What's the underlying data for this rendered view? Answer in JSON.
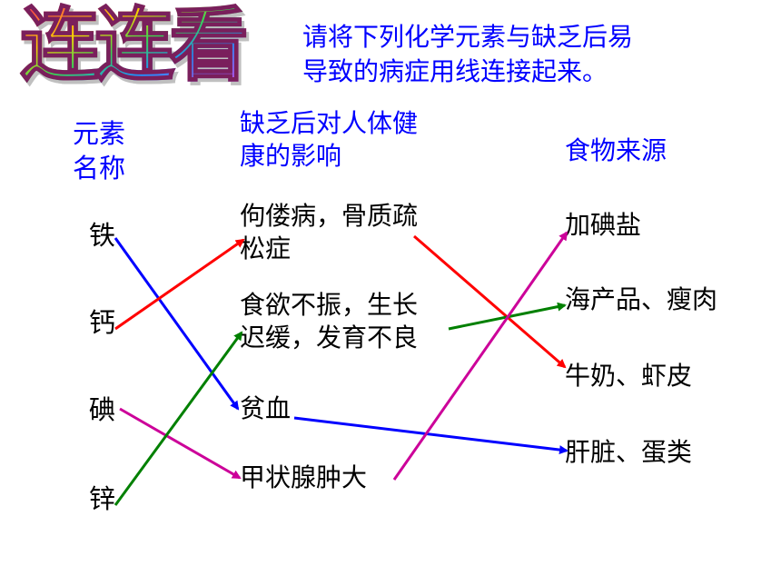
{
  "title": "连连看",
  "instruction": [
    "请将下列化学元素与缺乏后易",
    "导致的病症用线连接起来。"
  ],
  "headers": {
    "element": [
      "元素",
      "名称"
    ],
    "effect": [
      "缺乏后对人体健",
      "康的影响"
    ],
    "food": "食物来源"
  },
  "elements": [
    "铁",
    "钙",
    "碘",
    "锌"
  ],
  "effects": [
    [
      "佝偻病，骨质疏",
      "松症"
    ],
    [
      "食欲不振，生长",
      "迟缓，发育不良"
    ],
    [
      "贫血"
    ],
    [
      "甲状腺肿大"
    ]
  ],
  "foods": [
    "加碘盐",
    "海产品、瘦肉",
    "牛奶、虾皮",
    "肝脏、蛋类"
  ],
  "colors": {
    "header_text": "#0000ff",
    "body_text": "#000000",
    "blue_line": "#0000ff",
    "red_line": "#ff0000",
    "magenta_line": "#cc0099",
    "green_line": "#008000"
  }
}
